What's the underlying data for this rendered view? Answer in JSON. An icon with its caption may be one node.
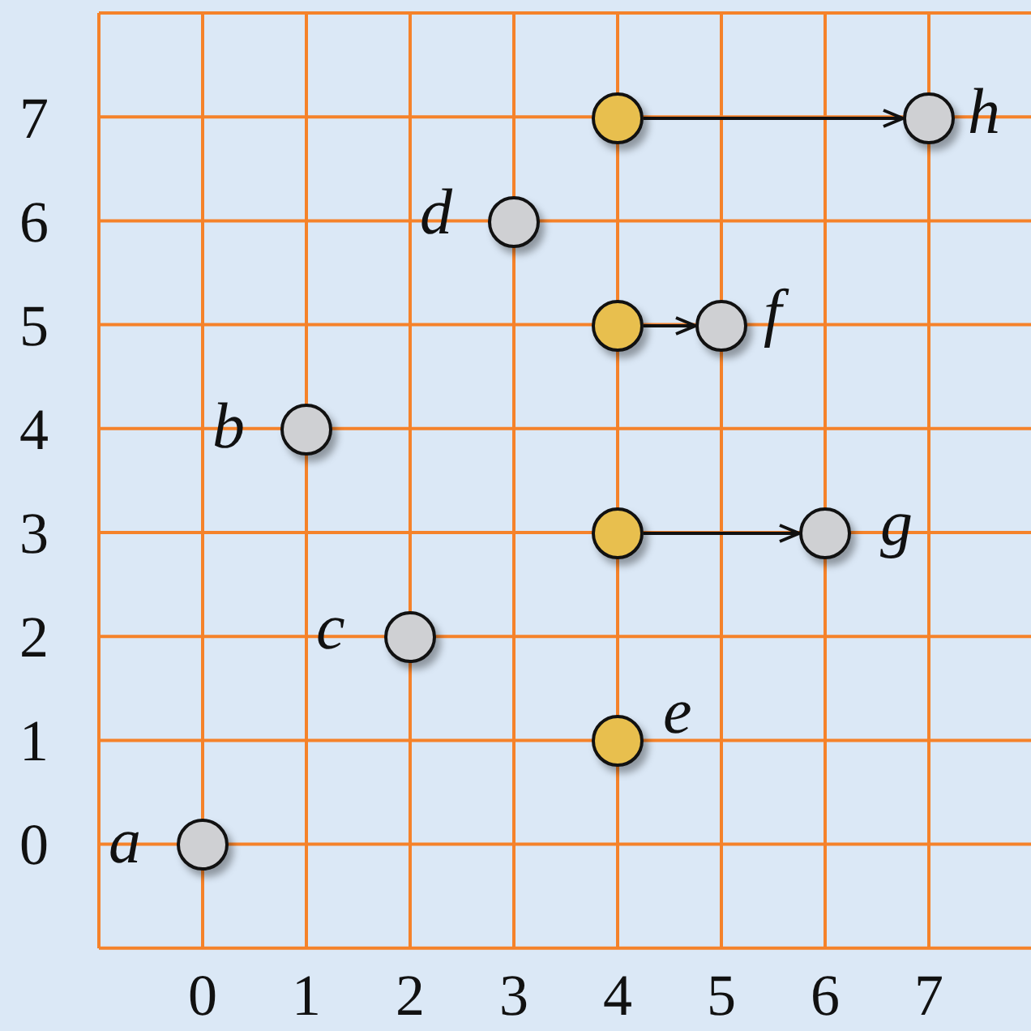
{
  "diagram": {
    "nodes": [
      {
        "text": [],
        "shape": "circle"
      },
      {
        "text": [],
        "shape": "circle",
        "beside": [
          "h"
        ]
      },
      {
        "text": [],
        "shape": "circle",
        "beside": [
          "d"
        ]
      },
      {
        "text": [],
        "shape": "circle"
      },
      {
        "text": [],
        "shape": "circle",
        "beside": [
          "f"
        ]
      },
      {
        "text": [],
        "shape": "circle",
        "beside": [
          "b"
        ]
      },
      {
        "text": [],
        "shape": "circle"
      },
      {
        "text": [],
        "shape": "circle",
        "beside": [
          "g"
        ]
      },
      {
        "text": [],
        "shape": "circle",
        "beside": [
          "c"
        ]
      },
      {
        "text": [],
        "shape": "circle",
        "beside": [
          "e"
        ]
      },
      {
        "text": [],
        "shape": "circle",
        "beside": [
          "a"
        ]
      }
    ],
    "edges": [
      {
        "from": 0,
        "to": 1,
        "arrow": "to"
      },
      {
        "from": 3,
        "to": 4,
        "arrow": "to"
      },
      {
        "from": 6,
        "to": 7,
        "arrow": "to"
      }
    ],
    "labels": [
      "7",
      "6",
      "5",
      "4",
      "3",
      "2",
      "1",
      "0",
      "0",
      "1",
      "2",
      "3",
      "4",
      "5",
      "6",
      "7"
    ]
  }
}
